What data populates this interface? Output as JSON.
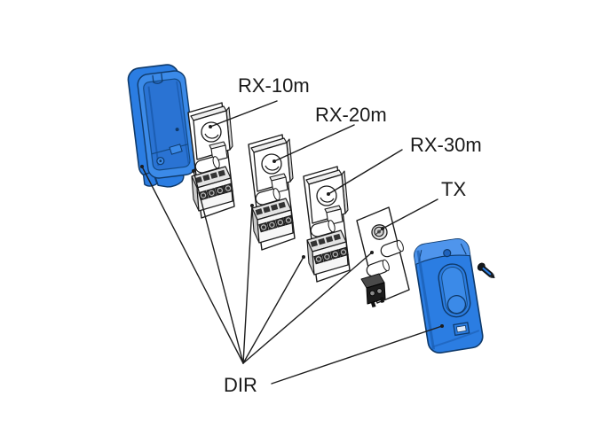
{
  "figure": {
    "background": "#ffffff",
    "line_color": "#1c1c1c",
    "text_color": "#1a1a1a",
    "part_colors": {
      "housing_blue": "#2b7de2",
      "housing_blue_light": "#3b8ae8",
      "housing_blue_dark": "#1f63bd",
      "housing_outline": "#0f3a6b",
      "board_white": "#ffffff",
      "board_outline": "#1a1a1a",
      "terminal_dark": "#2e2e2e"
    },
    "labels": {
      "rx10": "RX-10m",
      "rx20": "RX-20m",
      "rx30": "RX-30m",
      "tx": "TX",
      "dir": "DIR"
    },
    "parts": [
      "rear-housing",
      "rx-module-10m",
      "rx-module-20m",
      "rx-module-30m",
      "tx-board",
      "front-housing",
      "fixing-screw"
    ]
  }
}
